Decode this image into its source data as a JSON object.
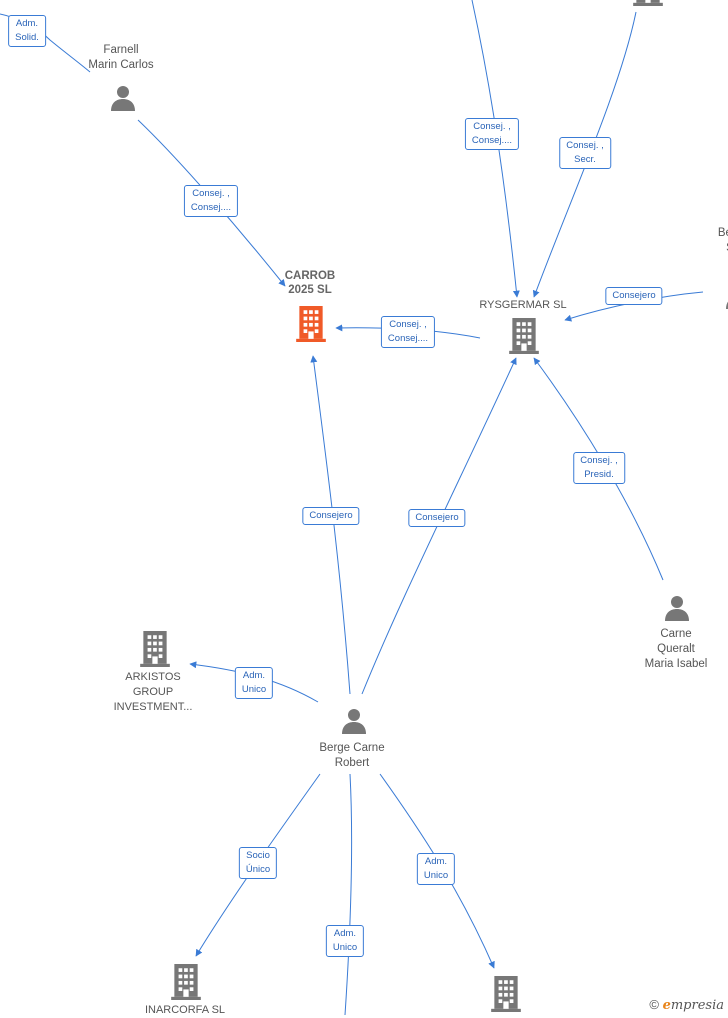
{
  "colors": {
    "edge": "#3a7bd5",
    "node": "#777777",
    "highlight": "#f05a28"
  },
  "nodes": [
    {
      "id": "farnell",
      "type": "person",
      "label": "Farnell\nMarin Carlos"
    },
    {
      "id": "carrob",
      "type": "company-highlight",
      "label": "CARROB\n2025  SL"
    },
    {
      "id": "rysgermar",
      "type": "company",
      "label": "RYSGERMAR SL"
    },
    {
      "id": "berg-partial",
      "type": "person",
      "label": "Berg\nS"
    },
    {
      "id": "carne-queralt",
      "type": "person",
      "label": "Carne\nQueralt\nMaria Isabel"
    },
    {
      "id": "arkistos",
      "type": "company",
      "label": "ARKISTOS\nGROUP\nINVESTMENT..."
    },
    {
      "id": "berge-carne-robert",
      "type": "person",
      "label": "Berge Carne\nRobert"
    },
    {
      "id": "inarcorfa",
      "type": "company",
      "label": "INARCORFA SL"
    },
    {
      "id": "company-bottom",
      "type": "company",
      "label": ""
    },
    {
      "id": "top-partial",
      "type": "company",
      "label": ""
    }
  ],
  "edges": [
    {
      "label": "Adm.\nSolid."
    },
    {
      "label": "Consej. ,\nConsej...."
    },
    {
      "label": "Consej. ,\nConsej...."
    },
    {
      "label": "Consej. ,\nSecr."
    },
    {
      "label": "Consejero"
    },
    {
      "label": "Consej. ,\nConsej...."
    },
    {
      "label": "Consej. ,\nPresid."
    },
    {
      "label": "Consejero"
    },
    {
      "label": "Consejero"
    },
    {
      "label": "Adm.\nUnico"
    },
    {
      "label": "Socio\nÚnico"
    },
    {
      "label": "Adm.\nUnico"
    },
    {
      "label": "Adm.\nUnico"
    }
  ],
  "watermark": {
    "copyright": "©",
    "brand_e": "e",
    "brand_rest": "mpresia"
  }
}
